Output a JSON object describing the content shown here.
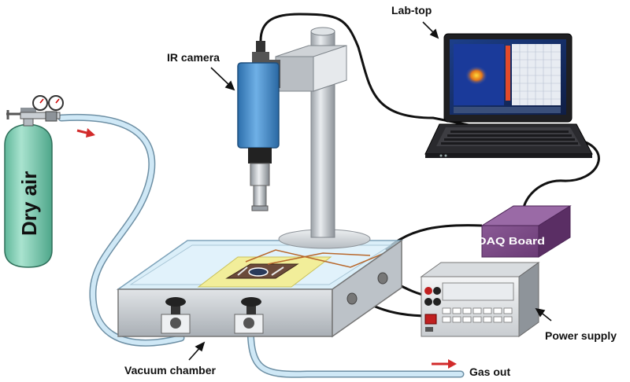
{
  "labels": {
    "laptop": "Lab-top",
    "ir_camera": "IR camera",
    "dry_air": "Dry air",
    "daq_board": "DAQ Board",
    "power_supply": "Power supply",
    "vacuum_chamber": "Vacuum chamber",
    "gas_out": "Gas out"
  },
  "icons": {
    "gas_cylinder": "gas-cylinder-icon",
    "regulator": "pressure-regulator-icon",
    "camera": "ir-camera-icon",
    "laptop": "laptop-icon",
    "daq": "daq-board-icon",
    "power": "power-supply-icon",
    "chamber": "vacuum-chamber-icon",
    "flow_arrow": "flow-arrow-icon"
  },
  "colors": {
    "cylinder": "#7fcfb5",
    "camera_body": "#3a86c8",
    "daq_body": "#6d3c78",
    "flow_arrow": "#d22b2b",
    "tubing": "#bfe0f2",
    "sample_pad": "#f2ee9a"
  }
}
